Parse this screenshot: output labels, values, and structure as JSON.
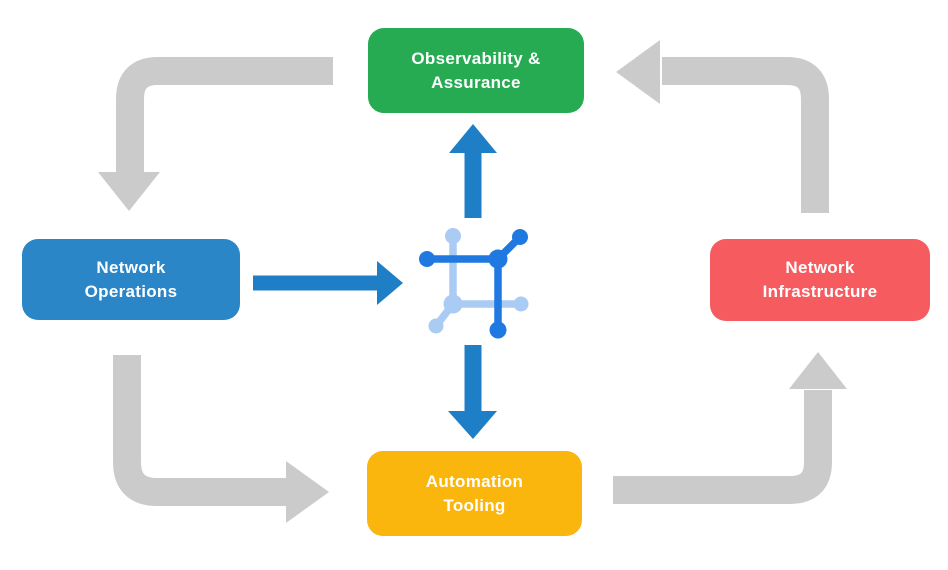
{
  "diagram": {
    "nodes": [
      {
        "id": "observability-assurance",
        "label_line1": "Observability &",
        "label_line2": "Assurance",
        "color": "#26AB53"
      },
      {
        "id": "network-operations",
        "label_line1": "Network",
        "label_line2": "Operations",
        "color": "#2A86C7"
      },
      {
        "id": "network-infrastructure",
        "label_line1": "Network",
        "label_line2": "Infrastructure",
        "color": "#F65C5F"
      },
      {
        "id": "automation-tooling",
        "label_line1": "Automation",
        "label_line2": "Tooling",
        "color": "#FAB60C"
      }
    ],
    "center_icon": {
      "name": "network-automation-icon",
      "color_primary": "#2079E0",
      "color_secondary": "#A9CBF4"
    },
    "arrows": {
      "gray_cycle": [
        {
          "from": "observability-assurance",
          "to": "network-operations"
        },
        {
          "from": "network-operations",
          "to": "automation-tooling"
        },
        {
          "from": "automation-tooling",
          "to": "network-infrastructure"
        },
        {
          "from": "network-infrastructure",
          "to": "observability-assurance"
        }
      ],
      "blue": [
        {
          "from": "network-operations",
          "to": "center-icon"
        },
        {
          "from": "center-icon",
          "to": "observability-assurance"
        },
        {
          "from": "center-icon",
          "to": "automation-tooling"
        }
      ]
    }
  },
  "colors": {
    "background": "#FFFFFF",
    "arrow_gray": "#CBCBCB",
    "arrow_blue": "#1F7FC6",
    "label_text": "#FFFFFF"
  }
}
